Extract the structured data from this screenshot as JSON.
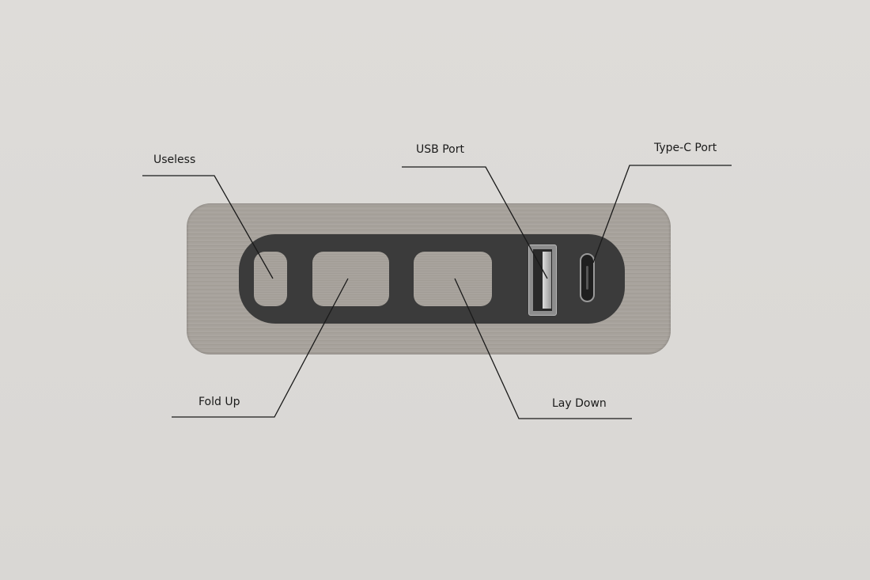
{
  "labels": {
    "useless": "Useless",
    "usb_port": "USB Port",
    "type_c_port": "Type-C Port",
    "fold_up": "Fold Up",
    "lay_down": "Lay Down"
  },
  "colors": {
    "background": "#dcdad7",
    "plate": "#a7a29c",
    "panel": "#3b3b3b",
    "line": "#1a1a1a"
  }
}
